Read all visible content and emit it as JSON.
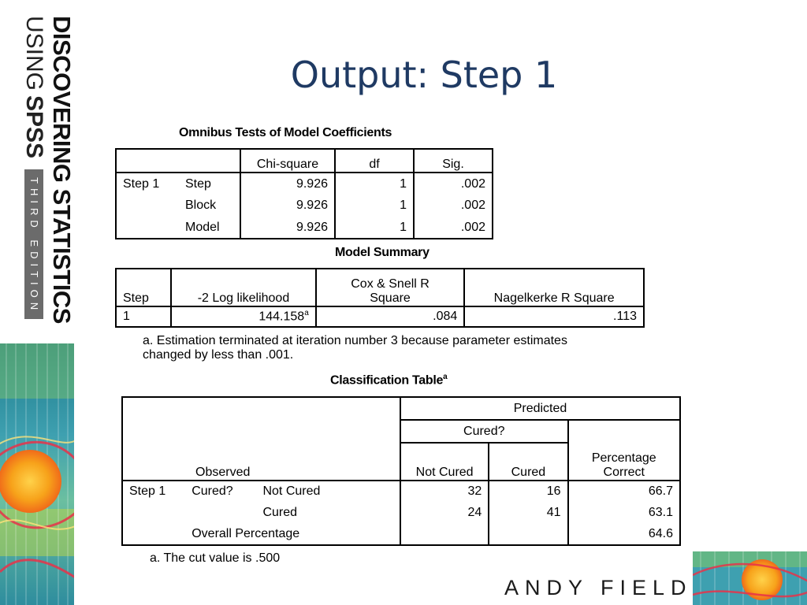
{
  "branding": {
    "line1": "DISCOVERING STATISTICS",
    "line2_using": "USING",
    "line2_spss": "SPSS",
    "edition": "THIRD EDITION",
    "author": "ANDY FIELD"
  },
  "title": "Output: Step 1",
  "omnibus": {
    "caption": "Omnibus Tests of Model Coefficients",
    "headers": [
      "Chi-square",
      "df",
      "Sig."
    ],
    "step_label": "Step 1",
    "rows": [
      {
        "label": "Step",
        "chi_square": "9.926",
        "df": "1",
        "sig": ".002"
      },
      {
        "label": "Block",
        "chi_square": "9.926",
        "df": "1",
        "sig": ".002"
      },
      {
        "label": "Model",
        "chi_square": "9.926",
        "df": "1",
        "sig": ".002"
      }
    ]
  },
  "model_summary": {
    "caption": "Model Summary",
    "headers": [
      "Step",
      "-2 Log likelihood",
      "Cox & Snell R",
      "Square",
      "Nagelkerke R Square"
    ],
    "row": {
      "step": "1",
      "log_likelihood": "144.158",
      "footnote_mark": "a",
      "cox_snell": ".084",
      "nagelkerke": ".113"
    },
    "note_line1": "a. Estimation terminated at iteration number 3 because parameter estimates",
    "note_line2": "changed by less than .001."
  },
  "classification": {
    "caption": "Classification Table",
    "caption_mark": "a",
    "predicted": "Predicted",
    "cured_q": "Cured?",
    "observed": "Observed",
    "col_not_cured": "Not Cured",
    "col_cured": "Cured",
    "pct_line1": "Percentage",
    "pct_line2": "Correct",
    "step_label": "Step 1",
    "row_var": "Cured?",
    "rows": [
      {
        "label": "Not Cured",
        "not_cured": "32",
        "cured": "16",
        "pct": "66.7"
      },
      {
        "label": "Cured",
        "not_cured": "24",
        "cured": "41",
        "pct": "63.1"
      }
    ],
    "overall_label": "Overall Percentage",
    "overall_pct": "64.6",
    "note": "a. The cut value is .500"
  },
  "colors": {
    "title": "#1f3a63",
    "edition_bg": "#6b6b6b"
  }
}
